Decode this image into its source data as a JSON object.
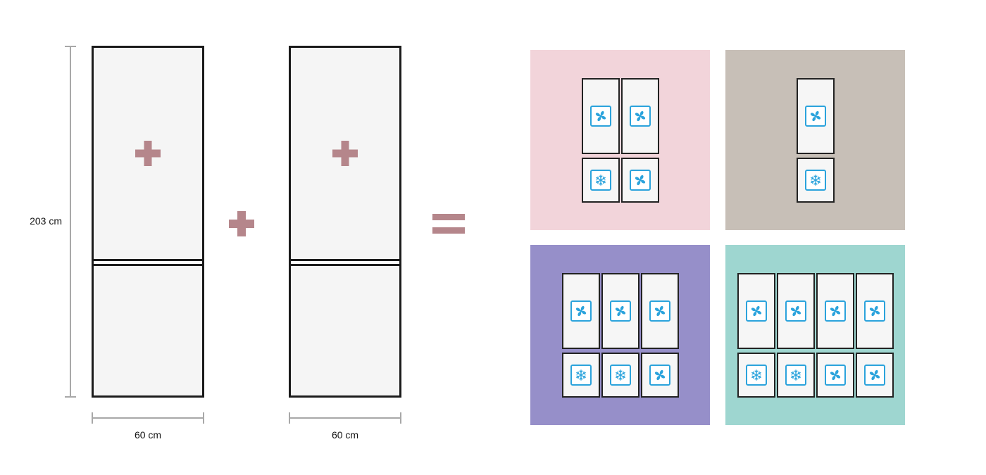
{
  "diagram": {
    "left": {
      "fridge_count": 2,
      "fridge_badge_icon": "plus",
      "dimension_labels": {
        "height": "203 cm",
        "width_fridge_1": "60 cm",
        "width_fridge_2": "60 cm"
      },
      "operators": [
        {
          "name": "plus",
          "symbol": "+"
        },
        {
          "name": "equals",
          "symbol": "="
        }
      ]
    },
    "right": {
      "configurations": [
        {
          "name": "two-column-config",
          "background": "#f2d4da",
          "columns": 2,
          "top_row_icons": [
            "fan",
            "fan"
          ],
          "bottom_row_icons": [
            "snowflake",
            "fan"
          ]
        },
        {
          "name": "one-column-config",
          "background": "#c7bfb7",
          "columns": 1,
          "top_row_icons": [
            "fan"
          ],
          "bottom_row_icons": [
            "snowflake"
          ]
        },
        {
          "name": "three-column-config",
          "background": "#968fc9",
          "columns": 3,
          "top_row_icons": [
            "fan",
            "fan",
            "fan"
          ],
          "bottom_row_icons": [
            "snowflake",
            "snowflake",
            "fan"
          ]
        },
        {
          "name": "four-column-config",
          "background": "#9ed6d0",
          "columns": 4,
          "top_row_icons": [
            "fan",
            "fan",
            "fan",
            "fan"
          ],
          "bottom_row_icons": [
            "snowflake",
            "snowflake",
            "fan",
            "fan"
          ]
        }
      ]
    }
  },
  "colors": {
    "operator": "#b5868b",
    "icon_blue": "#2ba3dc",
    "fridge_fill": "#f5f5f5",
    "fridge_border": "#1b1b1b",
    "door_fill": "#f6f6f6",
    "door_border": "#222222",
    "dimension_line": "#a8a8a8",
    "background": "#ffffff"
  }
}
